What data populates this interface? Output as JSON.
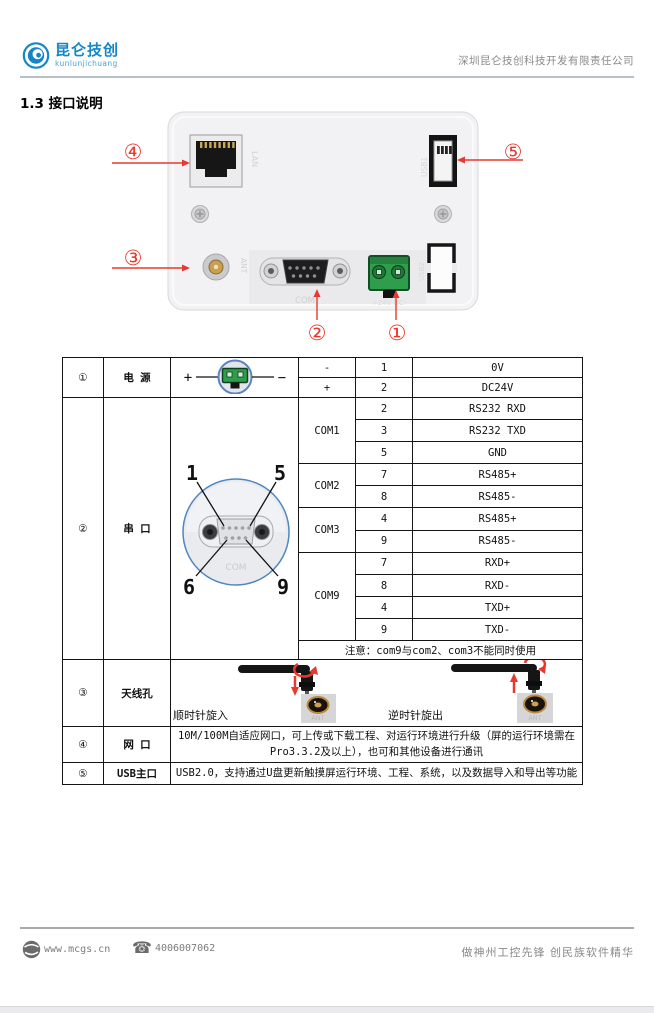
{
  "header": {
    "logo_title": "昆仑技创",
    "logo_subtitle": "kunlunjichuang",
    "company": "深圳昆仑技创科技开发有限责任公司"
  },
  "section_title": "1.3 接口说明",
  "figure": {
    "callouts": [
      "①",
      "②",
      "③",
      "④",
      "⑤"
    ],
    "labels": {
      "lan": "LAN",
      "usb1": "USB1",
      "usb2": "USB2",
      "ant": "ANT",
      "com": "COM",
      "power": "+24V DC-"
    }
  },
  "table": {
    "power": {
      "num": "①",
      "name": "电  源",
      "img_plus": "+",
      "img_minus": "−",
      "rows": [
        [
          "-",
          "1",
          "0V"
        ],
        [
          "+",
          "2",
          "DC24V"
        ]
      ]
    },
    "serial": {
      "num": "②",
      "name": "串  口",
      "pin_labels": [
        "1",
        "5",
        "6",
        "9"
      ],
      "com_text": "COM",
      "groups": [
        {
          "name": "COM1",
          "pins": [
            [
              "2",
              "RS232 RXD"
            ],
            [
              "3",
              "RS232 TXD"
            ],
            [
              "5",
              "GND"
            ]
          ]
        },
        {
          "name": "COM2",
          "pins": [
            [
              "7",
              "RS485+"
            ],
            [
              "8",
              "RS485-"
            ]
          ]
        },
        {
          "name": "COM3",
          "pins": [
            [
              "4",
              "RS485+"
            ],
            [
              "9",
              "RS485-"
            ]
          ]
        },
        {
          "name": "COM9",
          "pins": [
            [
              "7",
              "RXD+"
            ],
            [
              "8",
              "RXD-"
            ],
            [
              "4",
              "TXD+"
            ],
            [
              "9",
              "TXD-"
            ]
          ]
        }
      ],
      "note": "注意：com9与com2、com3不能同时使用"
    },
    "antenna": {
      "num": "③",
      "name": "天线孔",
      "caption_in": "顺时针旋入",
      "caption_out": "逆时针旋出",
      "ant_label": "ANT"
    },
    "lan": {
      "num": "④",
      "name": "网  口",
      "desc": "10M/100M自适应网口，可上传或下载工程、对运行环境进行升级（屏的运行环境需在Pro3.3.2及以上），也可和其他设备进行通讯"
    },
    "usb": {
      "num": "⑤",
      "name": "USB主口",
      "desc": "USB2.0，支持通过U盘更新触摸屏运行环境、工程、系统，以及数据导入和导出等功能"
    }
  },
  "footer": {
    "website": "www.mcgs.cn",
    "phone": "4006007062",
    "slogan": "做神州工控先锋  创民族软件精华"
  },
  "colors": {
    "accent_red": "#e8392f",
    "logo_blue": "#1486c8",
    "connector_green": "#2f9e4c"
  }
}
